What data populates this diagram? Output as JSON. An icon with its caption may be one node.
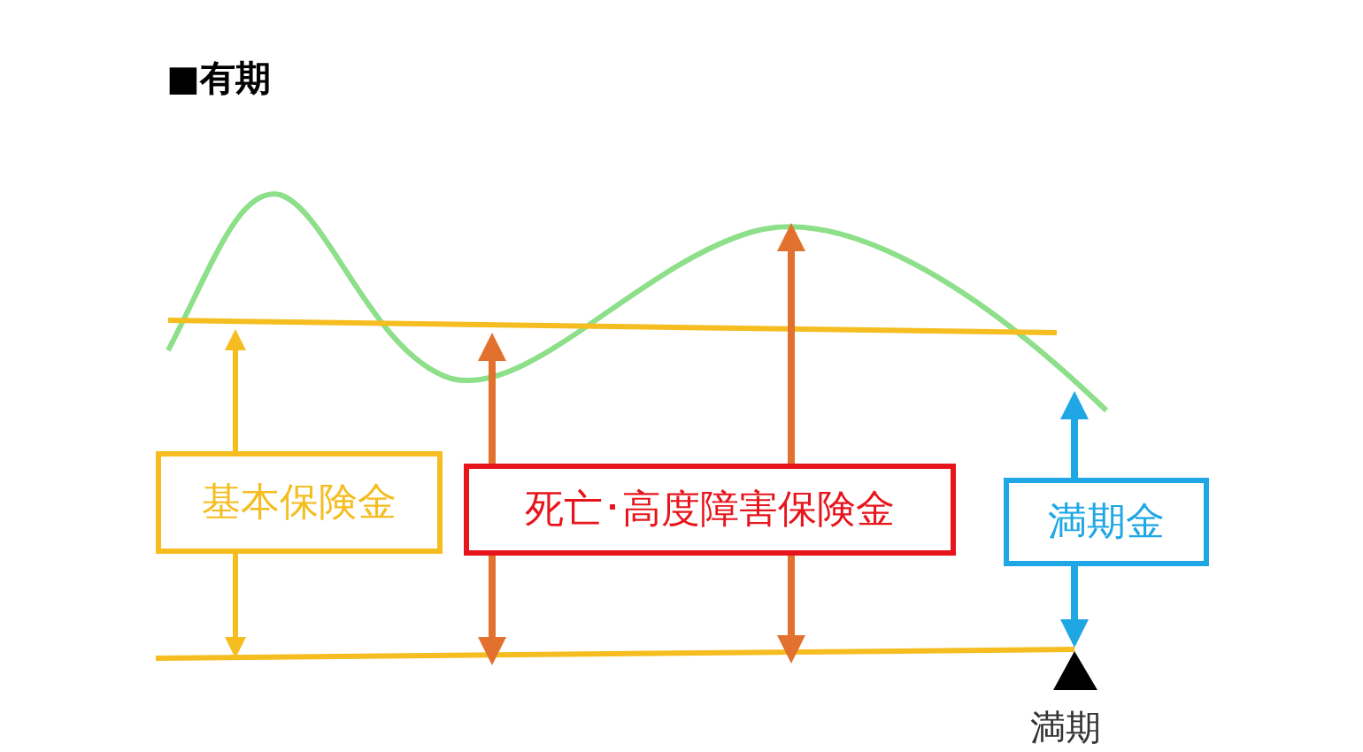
{
  "diagram": {
    "title": "■有期",
    "nodes": [
      {
        "text": [
          "基本保険金"
        ]
      },
      {
        "text": [
          "死亡･高度障害保険金"
        ]
      },
      {
        "text": [
          "満期金"
        ]
      }
    ],
    "labels": [
      "満期"
    ]
  }
}
